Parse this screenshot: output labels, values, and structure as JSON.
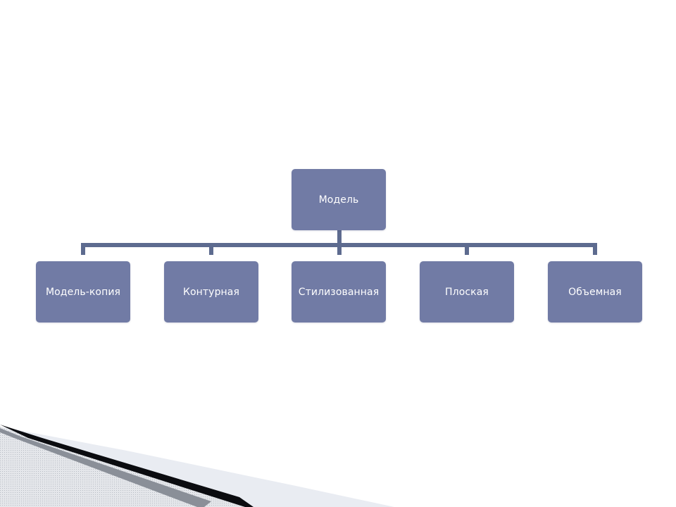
{
  "diagram": {
    "root": {
      "label": "Модель"
    },
    "children": [
      {
        "label": "Модель-копия"
      },
      {
        "label": "Контурная"
      },
      {
        "label": "Стилизованная"
      },
      {
        "label": "Плоская"
      },
      {
        "label": "Объемная"
      }
    ]
  },
  "colors": {
    "node_fill": "#717ba5",
    "connector": "#5d6b8f",
    "node_text": "#ffffff"
  }
}
